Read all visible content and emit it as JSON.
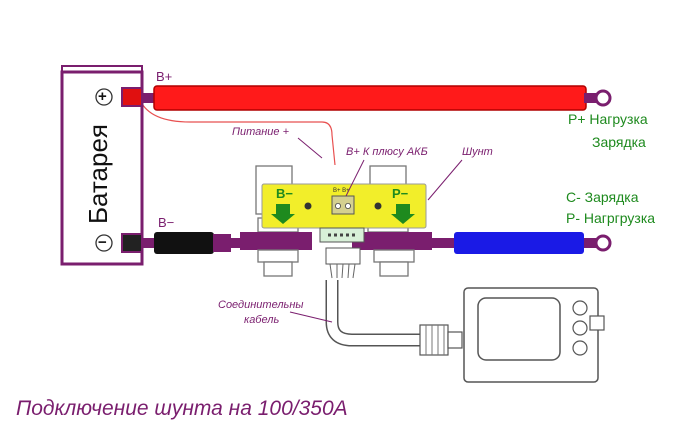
{
  "battery": {
    "label": "Батарея",
    "plus_symbol": "+",
    "minus_symbol": "−"
  },
  "wires": {
    "b_plus": "B+",
    "b_minus": "B−"
  },
  "shunt": {
    "left_terminal": "B−",
    "right_terminal": "P−",
    "connector_text": "B+ B+",
    "label": "Шунт"
  },
  "annotations": {
    "power": "Питание +",
    "to_battery_plus": "B+ К плюсу АКБ",
    "cable": [
      "Соединительны",
      "кабель"
    ]
  },
  "outputs": {
    "positive": [
      "P+ Нагрузка",
      "Зарядка"
    ],
    "negative": [
      "C- Зарядка",
      "P- Нагргрузка"
    ]
  },
  "caption": "Подключение шунта на 100/350A",
  "colors": {
    "purple": "#7a1e6e",
    "red_wire": "#ff1a1a",
    "black_wire": "#111111",
    "blue_wire": "#1a1ae6",
    "shunt_yellow": "#f2ee2a",
    "label_green": "#1e8a1e",
    "terminal_red": "#e01010"
  }
}
